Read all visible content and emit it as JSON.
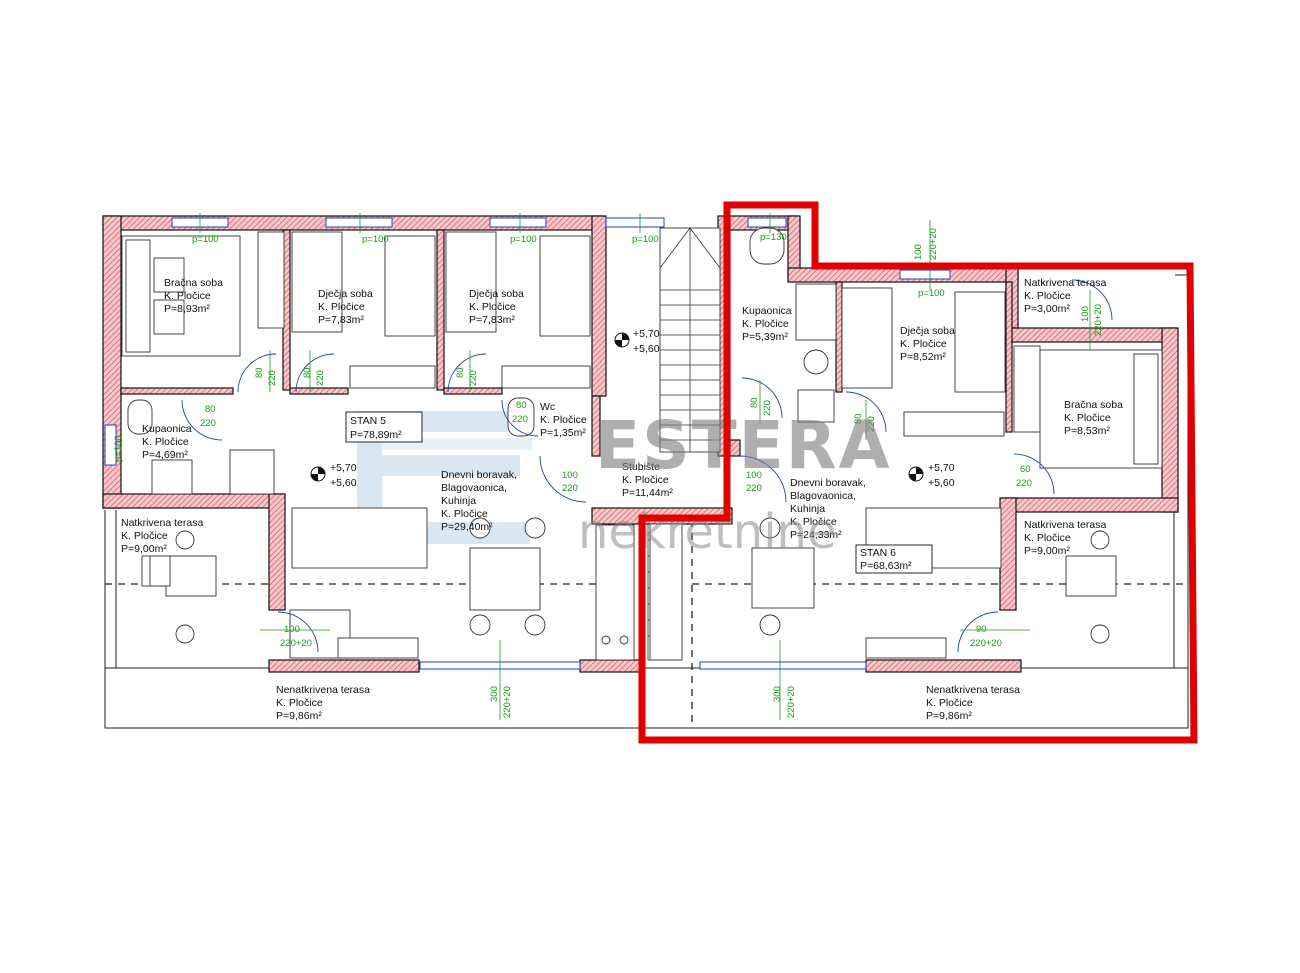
{
  "stan5": {
    "name": "STAN 5",
    "area": "P=78,89m²"
  },
  "stan6": {
    "name": "STAN 6",
    "area": "P=68,63m²"
  },
  "rooms": {
    "bracna_left": [
      "Bračna soba",
      "K. Pločice",
      "P=8,93m²"
    ],
    "djecja_1": [
      "Dječja soba",
      "K. Pločice",
      "P=7,83m²"
    ],
    "djecja_2": [
      "Dječja soba",
      "K. Pločice",
      "P=7,83m²"
    ],
    "kupaonica_left": [
      "Kupaonica",
      "K. Pločice",
      "P=4,69m²"
    ],
    "wc": [
      "Wc",
      "K. Pločice",
      "P=1,35m²"
    ],
    "dnevni_left": [
      "Dnevni boravak,",
      "Blagovaonica,",
      "Kuhinja",
      "K. Pločice",
      "P=29,40m²"
    ],
    "stubiste": [
      "Stubište",
      "K. Pločice",
      "P=11,44m²"
    ],
    "kupaonica_right": [
      "Kupaonica",
      "K. Pločice",
      "P=5,39m²"
    ],
    "djecja_3": [
      "Dječja soba",
      "K. Pločice",
      "P=8,52m²"
    ],
    "natkrivena_top_right": [
      "Natkrivena terasa",
      "K. Pločice",
      "P=3,00m²"
    ],
    "bracna_right": [
      "Bračna soba",
      "K. Pločice",
      "P=8,53m²"
    ],
    "dnevni_right": [
      "Dnevni boravak,",
      "Blagovaonica,",
      "Kuhinja",
      "K. Pločice",
      "P=24,33m²"
    ],
    "natkrivena_left": [
      "Natkrivena terasa",
      "K. Pločice",
      "P=9,00m²"
    ],
    "natkrivena_right": [
      "Natkrivena terasa",
      "K. Pločice",
      "P=9,00m²"
    ],
    "nenatkrivena_left": [
      "Nenatkrivena terasa",
      "K. Pločice",
      "P=9,86m²"
    ],
    "nenatkrivena_right": [
      "Nenatkrivena terasa",
      "K. Pločice",
      "P=9,86m²"
    ]
  },
  "levels": {
    "a": [
      "+5,70",
      "+5,60"
    ],
    "b": [
      "+5,70",
      "+5,60"
    ],
    "c": [
      "+5,70",
      "+5,60"
    ]
  },
  "dims": {
    "win_p100": "p=100",
    "win_p130": "p=130",
    "w80": "80",
    "w60": "60",
    "w100": "100",
    "w90": "90",
    "w300": "300",
    "h220": "220",
    "h220_20": "220+20",
    "w100_vert": "100",
    "w100_top": "100",
    "v220_20": "220+20"
  },
  "watermark": {
    "brand": "ESTERA",
    "sub": "nekretnine",
    "color": "#7f7f7f",
    "accent": "#b9d4e8"
  },
  "colors": {
    "highlight": "#e00000",
    "wall_hatch": "#d94f5c",
    "dimension": "#1a9b1a",
    "opening": "#1f3fbf"
  }
}
